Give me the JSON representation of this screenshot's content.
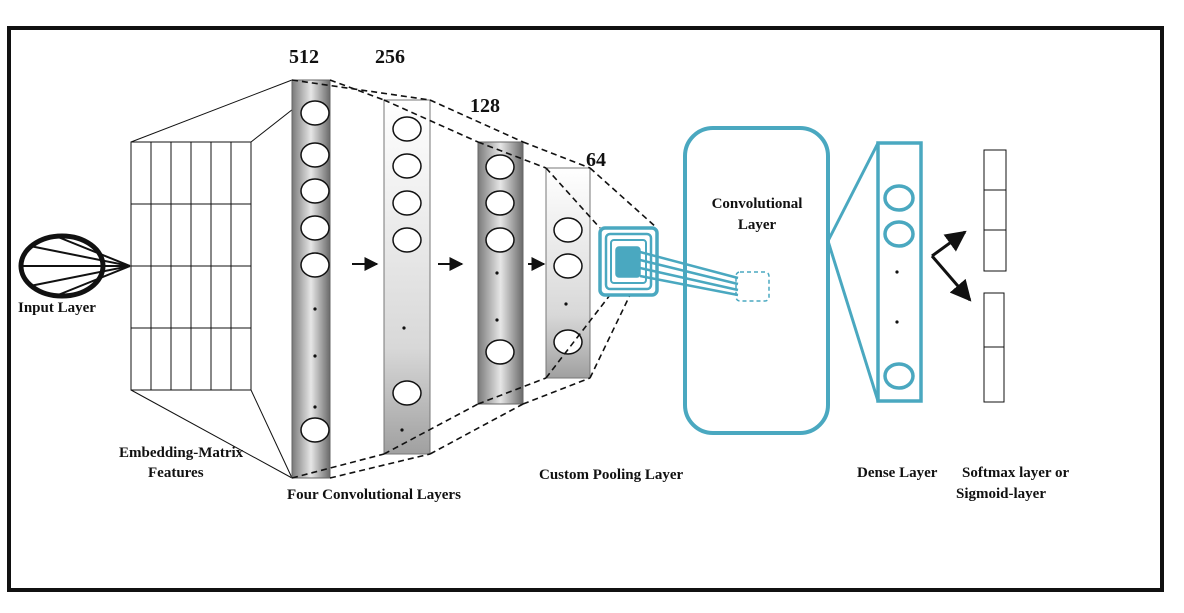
{
  "diagram": {
    "labels": {
      "input_layer": "Input Layer",
      "embedding_line1": "Embedding-Matrix",
      "embedding_line2": "Features",
      "four_conv": "Four Convolutional Layers",
      "custom_pooling": "Custom Pooling Layer",
      "conv_line1": "Convolutional",
      "conv_line2": "Layer",
      "dense": "Dense Layer",
      "softmax_line1": "Softmax layer or",
      "softmax_line2": "Sigmoid-layer"
    },
    "layer_sizes": [
      "512",
      "256",
      "128",
      "64"
    ],
    "colors": {
      "accent": "#4aa8c0",
      "ink": "#111111",
      "frame": "#111111"
    }
  }
}
